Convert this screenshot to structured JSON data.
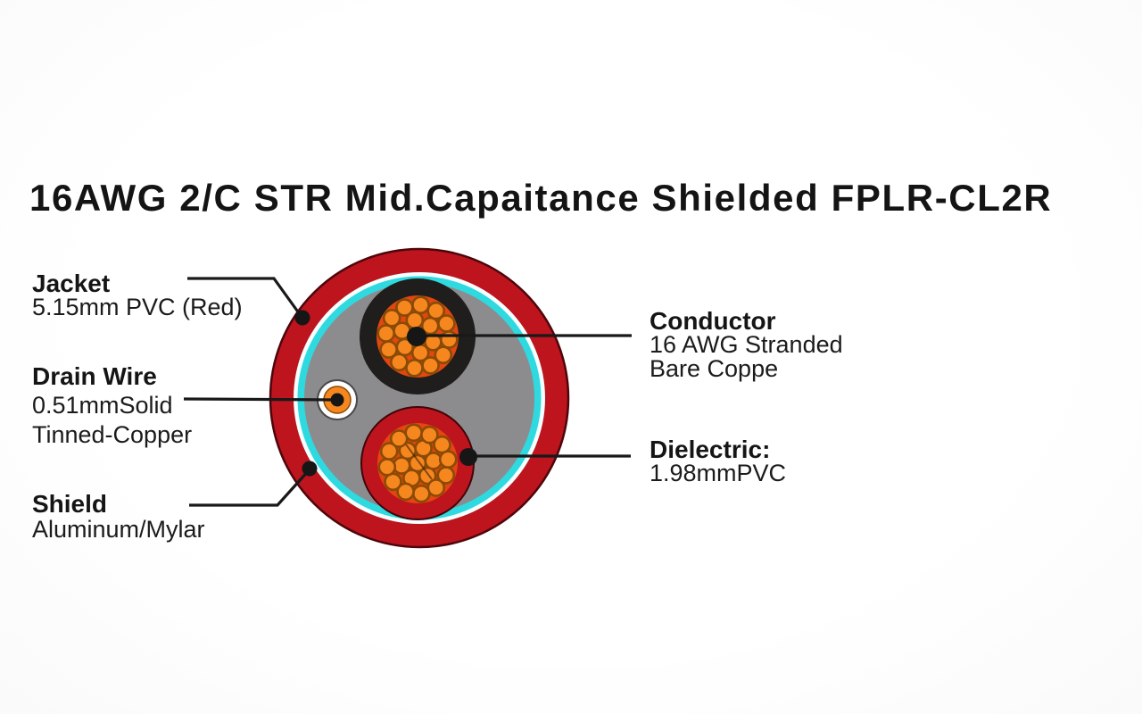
{
  "title": "16AWG 2/C STR Mid.Capaitance Shielded FPLR-CL2R",
  "callouts": {
    "jacket": {
      "heading": "Jacket",
      "line1": "5.15mm PVC (Red)"
    },
    "drain_wire": {
      "heading": "Drain Wire",
      "line1": "0.51mmSolid",
      "line2": "Tinned-Copper"
    },
    "shield": {
      "heading": "Shield",
      "line1": "Aluminum/Mylar"
    },
    "conductor": {
      "heading": "Conductor",
      "line1": "16 AWG Stranded",
      "line2": "Bare Coppe"
    },
    "dielectric": {
      "heading": "Dielectric:",
      "line1": "1.98mmPVC"
    }
  },
  "colors": {
    "jacket_red": "#BD141E",
    "jacket_edge": "#4d060b",
    "shield_cyan": "#2FD9E0",
    "shield_gap_white": "#F4FEFE",
    "filler_gray": "#8C8C8E",
    "insulation_black": "#201d1d",
    "dielectric_red": "#BD141E",
    "strand_bed": "#E2470F",
    "strand_orange": "#F6871F",
    "strand_outline": "#8a4a05",
    "drain_ring_white": "#FFFFFF",
    "drain_center_black": "#141414",
    "leader_black": "#191919",
    "text_black": "#1b1b1b"
  }
}
